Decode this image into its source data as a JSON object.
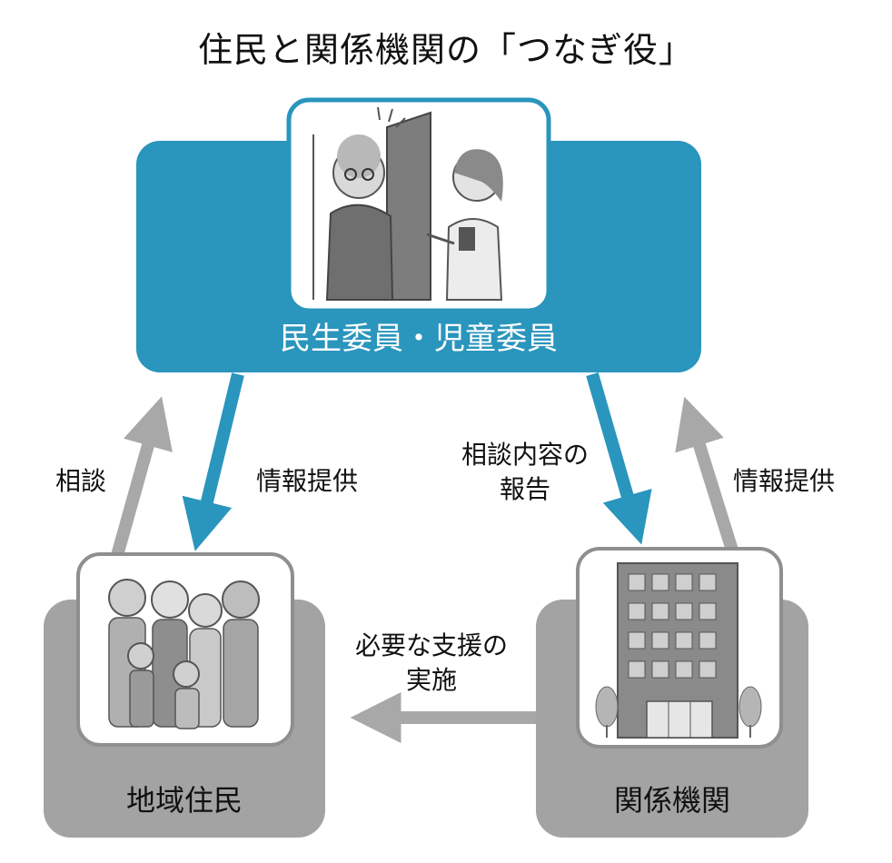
{
  "title": "住民と関係機関の「つなぎ役」",
  "center": {
    "label": "民生委員・児童委員",
    "image_icon": "door-visit-illustration"
  },
  "left_node": {
    "label": "地域住民",
    "image_icon": "family-group-illustration"
  },
  "right_node": {
    "label": "関係機関",
    "image_icon": "office-building-illustration"
  },
  "arrows": {
    "left_up": {
      "label": "相談"
    },
    "left_down": {
      "label": "情報提供"
    },
    "right_down": {
      "line1": "相談内容の",
      "line2": "報告"
    },
    "right_up": {
      "label": "情報提供"
    },
    "bottom": {
      "line1": "必要な支援の",
      "line2": "実施"
    }
  },
  "colors": {
    "blue": "#2A95BD",
    "gray": "#9E9E9E",
    "arrow_gray": "#A8A8A8",
    "white": "#FFFFFF"
  }
}
